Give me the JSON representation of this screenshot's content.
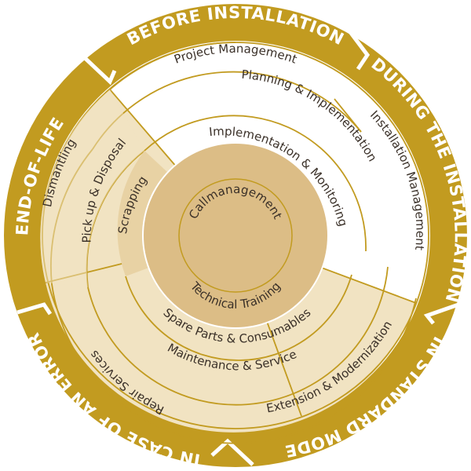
{
  "colors": {
    "gold": "#c29b20",
    "light_beige": "#f1e3c2",
    "medium_beige": "#e2c896",
    "center": "#dcbd86",
    "white": "#ffffff",
    "text_dark": "#3a3028",
    "outer_text": "#ffffff"
  },
  "phases": {
    "before_installation": "BEFORE INSTALLATION",
    "during_installation": "DURING THE INSTALLATION",
    "standard_mode": "IN STANDARD MODE",
    "error": "IN CASE OF AN ERROR",
    "end_of_life": "END-OF-LIFE"
  },
  "services": {
    "project_management": "Project Management",
    "planning_implementation": "Planning & Implementation",
    "implementation_monitoring": "Implementation & Monitoring",
    "installation_management": "Installation Management",
    "extension_modernization": "Extension & Modernization",
    "repair_services": "Repair Services",
    "maintenance_service": "Maintenance & Service",
    "spare_parts": "Spare Parts & Consumables",
    "dismantling": "Dismantling",
    "pickup_disposal": "Pick up & Disposal",
    "scrapping": "Scrapping"
  },
  "center": {
    "callmanagement": "Callmanagement",
    "technical_training": "Technical Training"
  }
}
